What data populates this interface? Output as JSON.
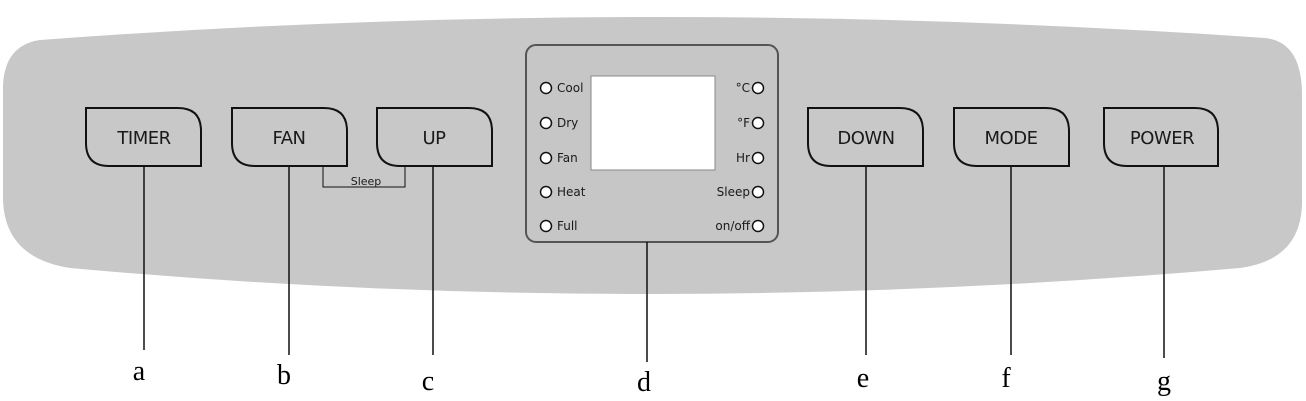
{
  "buttons": {
    "timer": "TIMER",
    "fan": "FAN",
    "up": "UP",
    "down": "DOWN",
    "mode": "MODE",
    "power": "POWER"
  },
  "sleep_bracket": "Sleep",
  "indicators_left": [
    "Cool",
    "Dry",
    "Fan",
    "Heat",
    "Full"
  ],
  "indicators_right": [
    "°C",
    "°F",
    "Hr",
    "Sleep",
    "on/off"
  ],
  "callouts": [
    "a",
    "b",
    "c",
    "d",
    "e",
    "f",
    "g"
  ],
  "colors": {
    "panel": "#c8c8c8",
    "display_bezel": "#c6c6c6",
    "outline": "#111111",
    "screen": "#ffffff"
  }
}
